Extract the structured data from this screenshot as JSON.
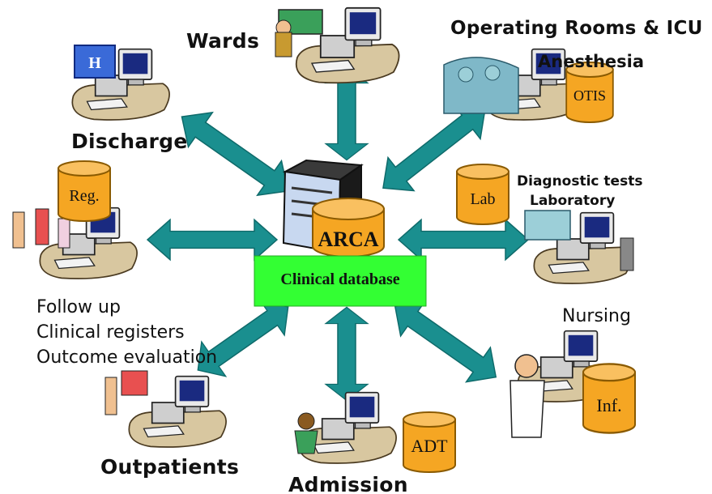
{
  "center": {
    "server_label": "ARCA",
    "database_label": "Clinical database"
  },
  "nodes": {
    "wards": {
      "label": "Wards"
    },
    "operating": {
      "label": "Operating Rooms & ICU",
      "sublabel": "Anesthesia",
      "db_label": "OTIS"
    },
    "discharge": {
      "label": "Discharge"
    },
    "diagnostic": {
      "label": "Diagnostic tests",
      "sublabel": "Laboratory",
      "db_label": "Lab"
    },
    "followup": {
      "db_label": "Reg.",
      "lines": [
        "Follow up",
        "Clinical registers",
        "Outcome evaluation"
      ]
    },
    "nursing": {
      "label": "Nursing",
      "db_label": "Inf."
    },
    "outpatients": {
      "label": "Outpatients"
    },
    "admission": {
      "label": "Admission",
      "db_label": "ADT"
    }
  },
  "colors": {
    "arrow": "#1a8f8f",
    "arrow_edge": "#0e6a6a",
    "cylinder": "#f5a623",
    "cylinder_top": "#f9c060",
    "cylinder_edge": "#8a5a00",
    "database_box": "#33ff33",
    "desk": "#d8c7a0",
    "monitor": "#e9e9e9",
    "screen": "#1a2a80"
  }
}
